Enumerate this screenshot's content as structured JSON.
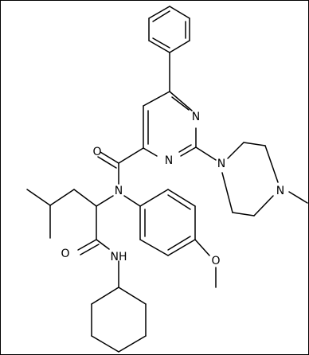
{
  "molecule": {
    "atoms": [
      {
        "id": "o-amide-1",
        "label": "O"
      },
      {
        "id": "n-central",
        "label": "N"
      },
      {
        "id": "n-pyrimidine-3",
        "label": "N"
      },
      {
        "id": "n-pyrimidine-1",
        "label": "N"
      },
      {
        "id": "n-piperazine-1",
        "label": "N"
      },
      {
        "id": "n-piperazine-4",
        "label": "N"
      },
      {
        "id": "o-amide-2",
        "label": "O"
      },
      {
        "id": "nh-amide",
        "label": "NH"
      },
      {
        "id": "o-methoxy",
        "label": "O"
      }
    ]
  }
}
